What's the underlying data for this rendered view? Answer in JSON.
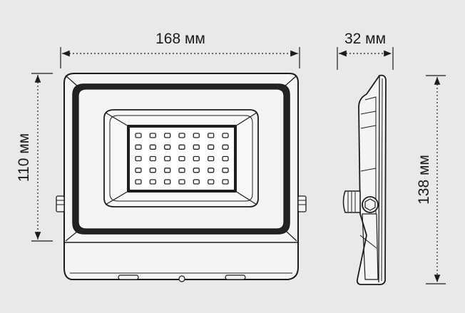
{
  "dimensions": {
    "front_width": "168 мм",
    "side_depth": "32 мм",
    "front_height": "110 мм",
    "side_height": "138 мм"
  },
  "led_grid": {
    "rows": 5,
    "cols": 7
  },
  "colors": {
    "background": "#eae9e7",
    "line": "#1c1c1c",
    "panel_fill": "#f4f4f2",
    "led_fill": "#ffffff",
    "led_stroke": "#222222"
  }
}
